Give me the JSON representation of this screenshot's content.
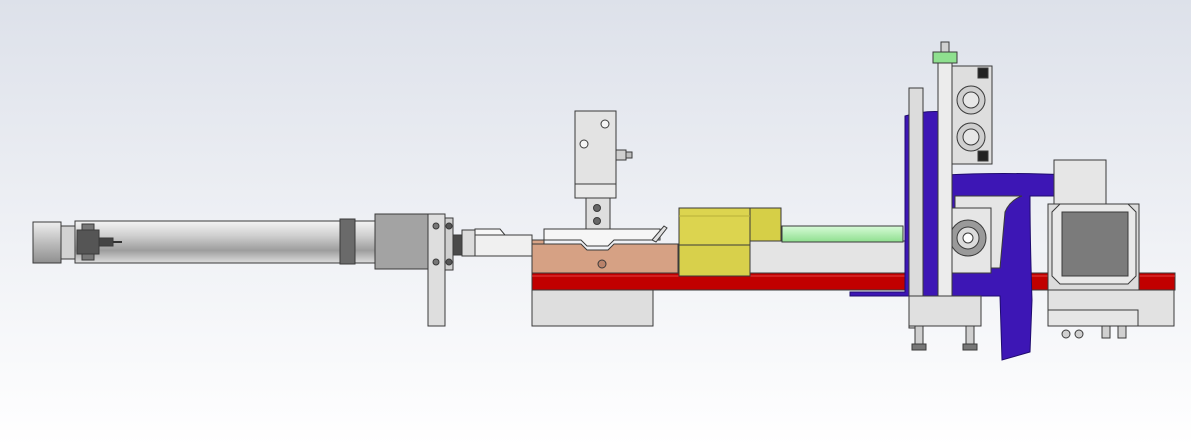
{
  "view": {
    "type": "cad-assembly-side-view",
    "background": {
      "top": "#dde1ea",
      "bottom": "#ffffff"
    }
  },
  "colors": {
    "steel": "#c9c9c9",
    "steel_light": "#e6e6e6",
    "steel_dark": "#8a8a8a",
    "outline": "#3a3a3a",
    "gray_block": "#9c9c9c",
    "red_rail": "#c10000",
    "blue_guard": "#3d16b5",
    "yellow_block": "#dcd44f",
    "salmon_block": "#d6a184",
    "green_part": "#b7f1b7",
    "motor_gray": "#7b7b7b",
    "dark_joint": "#4a4a4a"
  },
  "components": [
    {
      "id": "pneumatic-cylinder",
      "label": ""
    },
    {
      "id": "cylinder-mount-block",
      "label": ""
    },
    {
      "id": "vertical-mount-plate",
      "label": ""
    },
    {
      "id": "piston-rod-coupler",
      "label": ""
    },
    {
      "id": "clamp-assembly",
      "label": ""
    },
    {
      "id": "salmon-slider-block",
      "label": ""
    },
    {
      "id": "yellow-block",
      "label": ""
    },
    {
      "id": "green-guide",
      "label": ""
    },
    {
      "id": "red-base-rail",
      "label": ""
    },
    {
      "id": "blue-guard",
      "label": ""
    },
    {
      "id": "valve-block",
      "label": ""
    },
    {
      "id": "stepper-motor",
      "label": ""
    },
    {
      "id": "bearing-housing",
      "label": ""
    }
  ]
}
